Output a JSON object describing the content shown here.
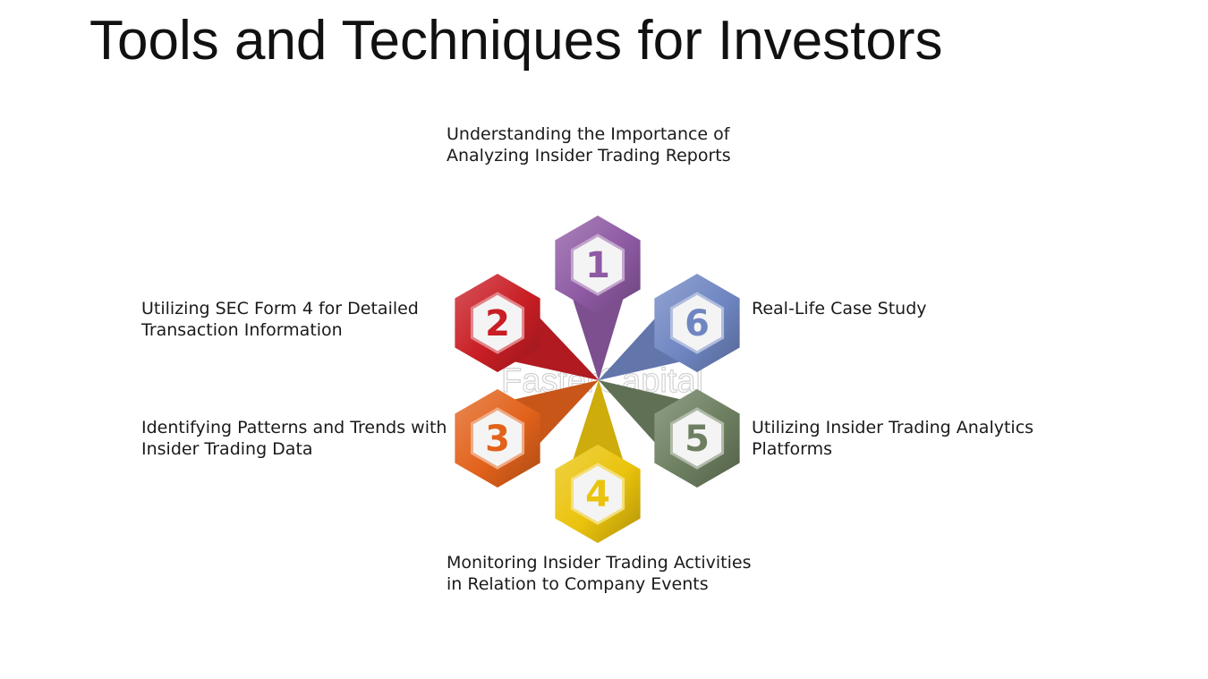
{
  "title": "Tools and Techniques for Investors",
  "watermark": "FasterCapital",
  "items": [
    {
      "number": "1",
      "color": "#8e5aa3",
      "lines": [
        "Understanding the Importance of",
        "Analyzing Insider Trading Reports"
      ]
    },
    {
      "number": "2",
      "color": "#c81e24",
      "lines": [
        "Utilizing SEC Form 4 for Detailed",
        "Transaction Information"
      ]
    },
    {
      "number": "3",
      "color": "#e2621b",
      "lines": [
        "Identifying Patterns and Trends with",
        "Insider Trading Data"
      ]
    },
    {
      "number": "4",
      "color": "#eac30c",
      "lines": [
        "Monitoring Insider Trading Activities",
        "in Relation to Company Events"
      ]
    },
    {
      "number": "5",
      "color": "#6d7f60",
      "lines": [
        "Utilizing Insider Trading Analytics",
        "Platforms"
      ]
    },
    {
      "number": "6",
      "color": "#6f86c2",
      "lines": [
        "Real-Life Case Study"
      ]
    }
  ]
}
